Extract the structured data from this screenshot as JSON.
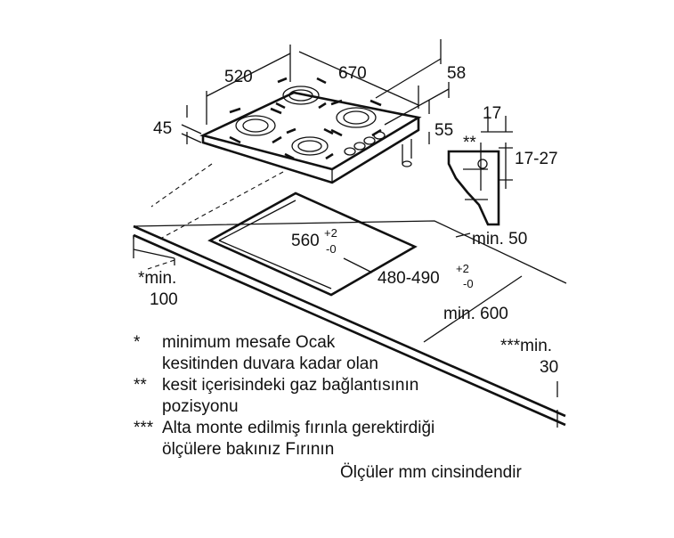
{
  "dimensions": {
    "depth": "520",
    "width": "670",
    "top_right": "58",
    "height": "45",
    "side_height": "55",
    "bracket_width": "17",
    "bracket_range": "17-27",
    "cutout_width_base": "560",
    "cutout_width_plus": "+2",
    "cutout_width_minus": "-0",
    "cutout_depth_base": "480-490",
    "cutout_depth_plus": "+2",
    "cutout_depth_minus": "-0",
    "min_front": "min. 50",
    "min_wall_label": "*min.",
    "min_wall_value": "100",
    "min_depth": "min. 600",
    "min_below_label": "***min.",
    "min_below_value": "30",
    "gas_marker": "**"
  },
  "notes": [
    {
      "marker": "*",
      "line1": "minimum mesafe Ocak",
      "line2": "kesitinden duvara kadar olan"
    },
    {
      "marker": "**",
      "line1": "kesit içerisindeki gaz bağlantısının",
      "line2": "pozisyonu"
    },
    {
      "marker": "***",
      "line1": "Alta monte edilmiş fırınla gerektirdiği",
      "line2": "ölçülere bakınız Fırının"
    }
  ],
  "units_note": "Ölçüler mm cinsindendir",
  "colors": {
    "ink": "#111111",
    "background": "#ffffff"
  }
}
